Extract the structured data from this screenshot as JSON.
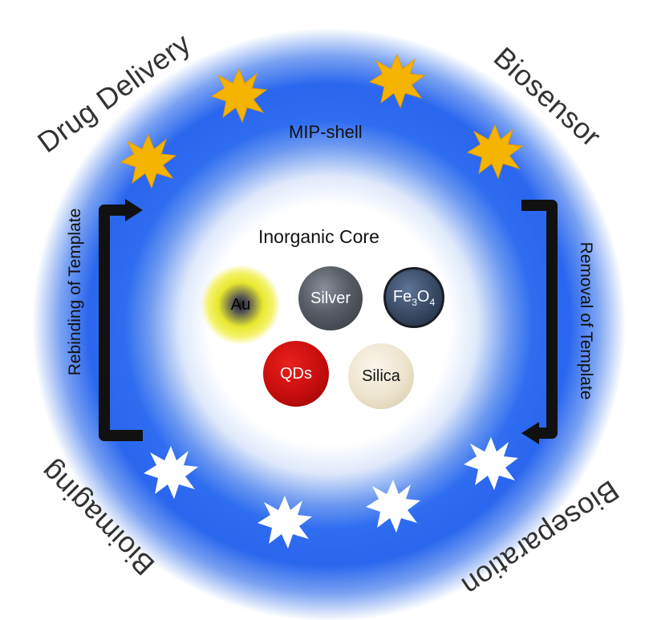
{
  "labels": {
    "drug_delivery": "Drug Delivery",
    "biosensor": "Biosensor",
    "bioimaging": "Bioimaging",
    "bioseparation": "Bioseparation",
    "mip_shell": "MIP-shell",
    "inorganic_core": "Inorganic Core",
    "rebinding": "Rebinding of Template",
    "removal": "Removal of Template"
  },
  "cores": {
    "au": "Au",
    "silver": "Silver",
    "fe3o4_fe": "Fe",
    "fe3o4_sub1": "3",
    "fe3o4_o": "O",
    "fe3o4_sub2": "4",
    "qds": "QDs",
    "silica": "Silica"
  },
  "colors": {
    "shell": "#2e6cf0",
    "template_star": "#f5b400",
    "empty_site": "#ffffff"
  }
}
